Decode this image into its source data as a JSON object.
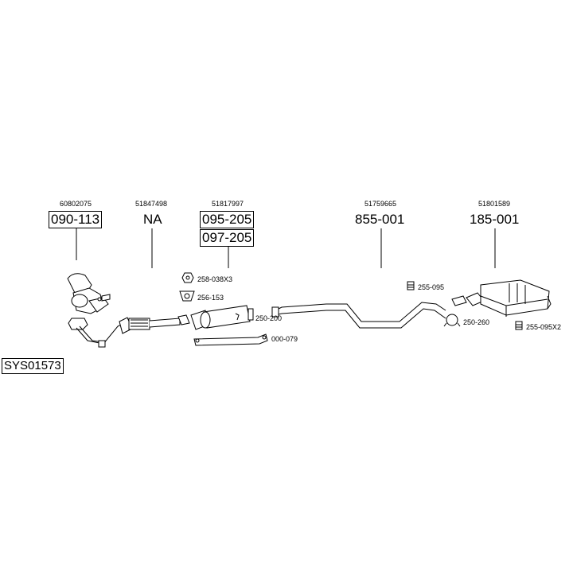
{
  "system_code": "SYS01573",
  "groups": [
    {
      "oe": "60802075",
      "codes": [
        "090-113"
      ]
    },
    {
      "oe": "51847498",
      "codes": [
        "NA"
      ]
    },
    {
      "oe": "51817997",
      "codes": [
        "095-205",
        "097-205"
      ]
    },
    {
      "oe": "51759665",
      "codes": [
        "855-001"
      ]
    },
    {
      "oe": "51801589",
      "codes": [
        "185-001"
      ]
    }
  ],
  "accessories": [
    "258-038X3",
    "256-153",
    "250-200",
    "000-079",
    "255-095",
    "250-260",
    "255-095X2"
  ]
}
